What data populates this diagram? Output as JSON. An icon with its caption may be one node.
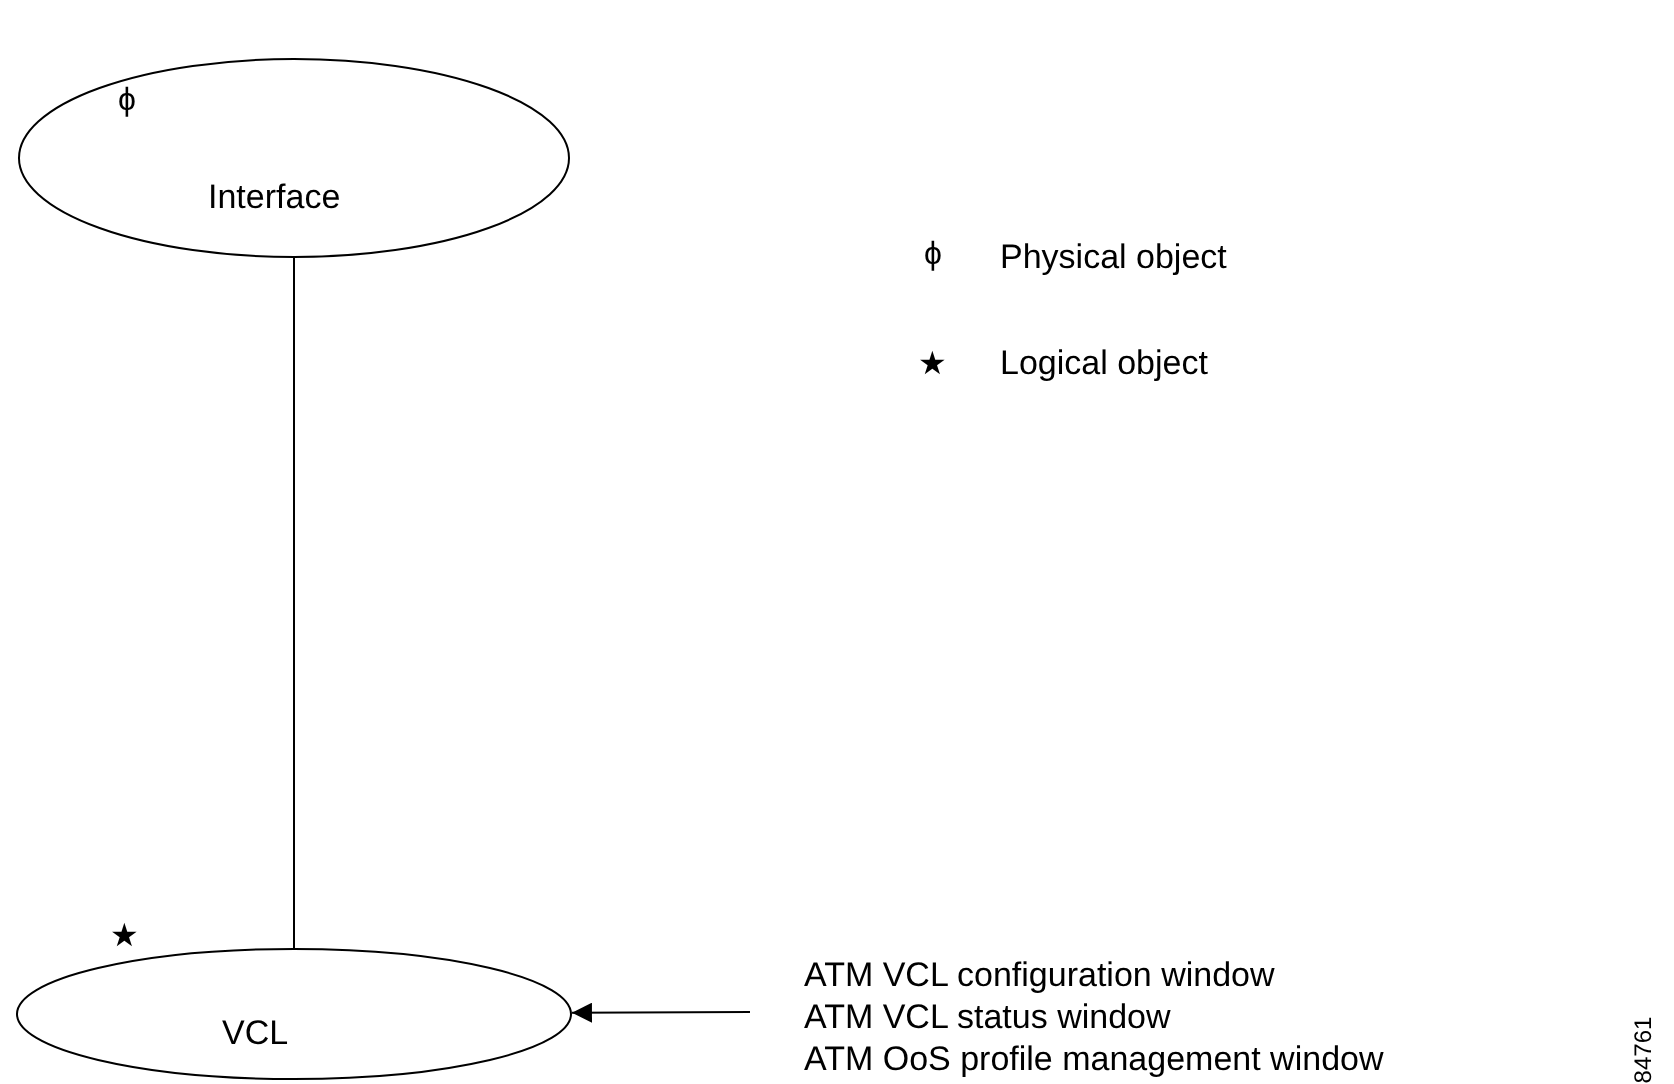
{
  "diagram": {
    "nodes": [
      {
        "text": [
          "ϕ",
          "Interface"
        ]
      },
      {
        "text": [
          "★",
          "VCL"
        ]
      },
      {
        "text": [
          "ATM VCL configuration window",
          "ATM VCL status window",
          "ATM OoS profile management window"
        ]
      }
    ],
    "edges": [
      {
        "from": 0,
        "to": 1,
        "arrow": "none"
      },
      {
        "from": 2,
        "to": 1,
        "arrow": "to"
      }
    ],
    "labels": [
      "ϕ",
      "Physical object",
      "★",
      "Logical object",
      "84761"
    ]
  }
}
